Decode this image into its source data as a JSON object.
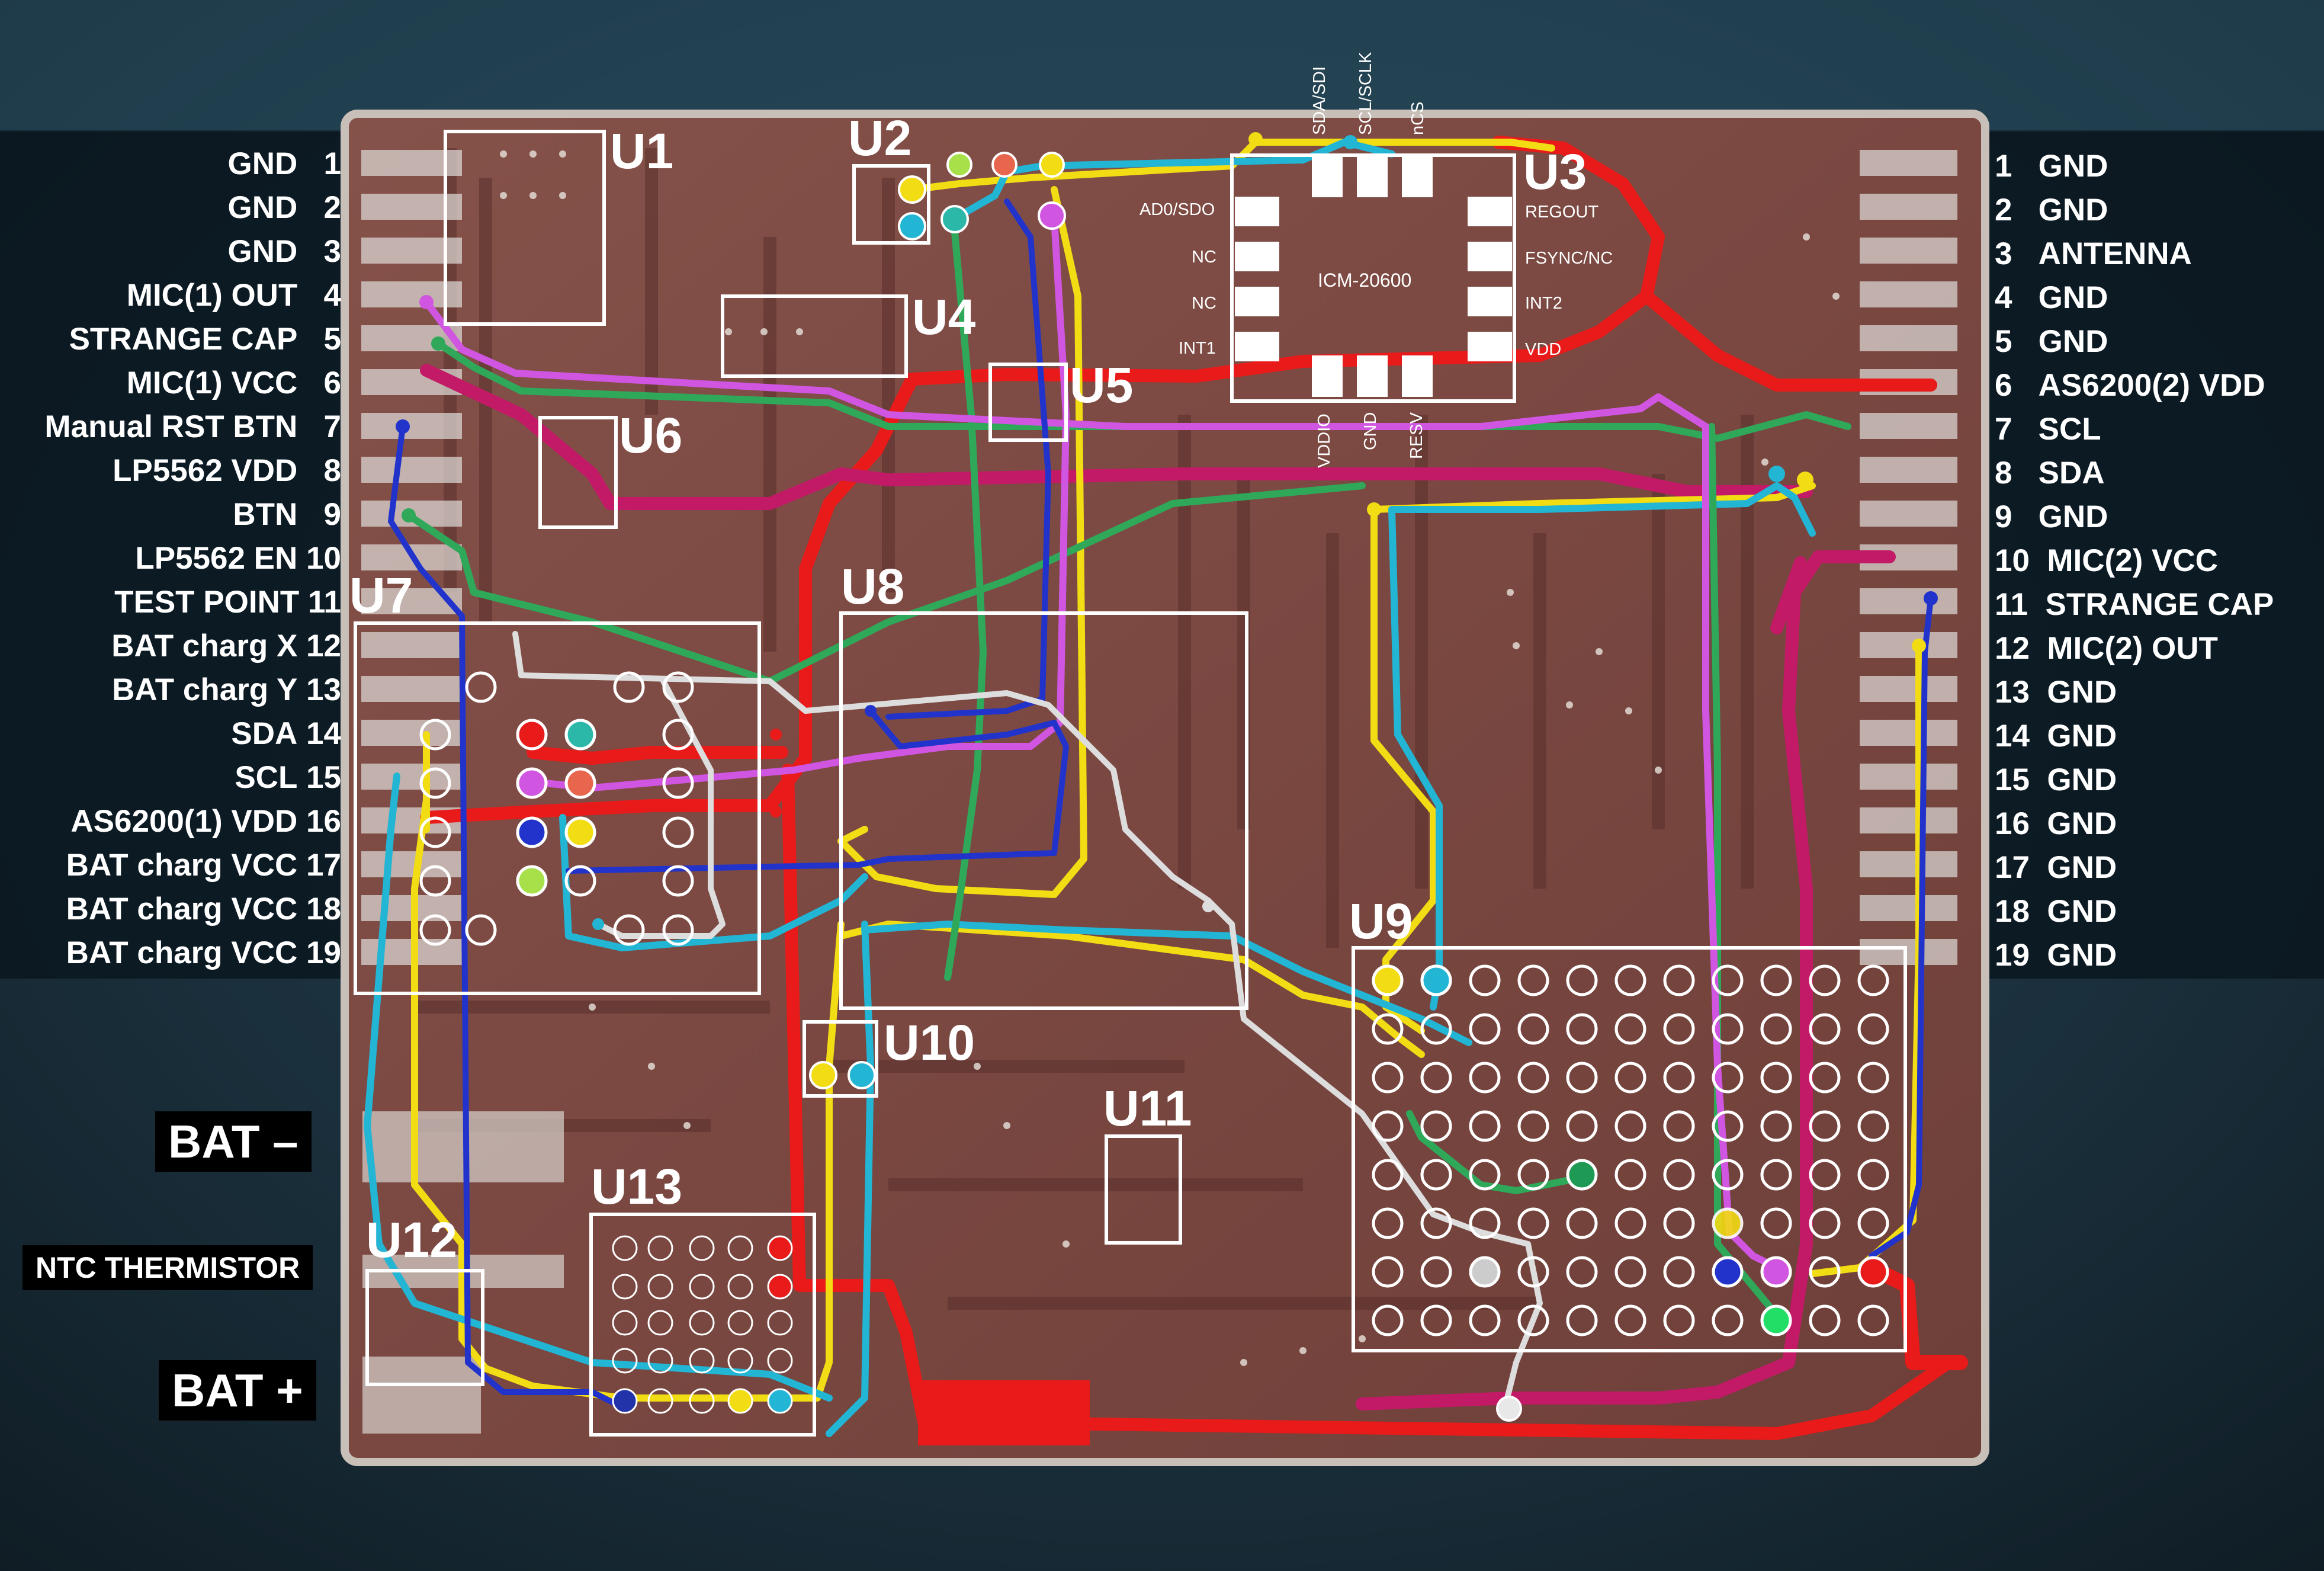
{
  "left_pins": [
    {
      "label": "GND",
      "num": "1"
    },
    {
      "label": "GND",
      "num": "2"
    },
    {
      "label": "GND",
      "num": "3"
    },
    {
      "label": "MIC(1) OUT",
      "num": "4"
    },
    {
      "label": "STRANGE  CAP",
      "num": "5"
    },
    {
      "label": "MIC(1)  VCC",
      "num": "6"
    },
    {
      "label": "Manual RST  BTN",
      "num": "7"
    },
    {
      "label": "LP5562 VDD",
      "num": "8"
    },
    {
      "label": "BTN",
      "num": "9"
    },
    {
      "label": "LP5562 EN",
      "num": "10"
    },
    {
      "label": "TEST POINT",
      "num": "11"
    },
    {
      "label": "BAT charg X",
      "num": "12"
    },
    {
      "label": "BAT charg Y",
      "num": "13"
    },
    {
      "label": "SDA",
      "num": "14"
    },
    {
      "label": "SCL",
      "num": "15"
    },
    {
      "label": "AS6200(1) VDD",
      "num": "16"
    },
    {
      "label": "BAT charg VCC",
      "num": "17"
    },
    {
      "label": "BAT charg VCC",
      "num": "18"
    },
    {
      "label": "BAT charg VCC",
      "num": "19"
    }
  ],
  "right_pins": [
    {
      "num": "1",
      "label": "GND"
    },
    {
      "num": "2",
      "label": "GND"
    },
    {
      "num": "3",
      "label": "ANTENNA"
    },
    {
      "num": "4",
      "label": "GND"
    },
    {
      "num": "5",
      "label": "GND"
    },
    {
      "num": "6",
      "label": "AS6200(2) VDD"
    },
    {
      "num": "7",
      "label": "SCL"
    },
    {
      "num": "8",
      "label": "SDA"
    },
    {
      "num": "9",
      "label": "GND"
    },
    {
      "num": "10",
      "label": "MIC(2) VCC"
    },
    {
      "num": "11",
      "label": "STRANGE CAP"
    },
    {
      "num": "12",
      "label": "MIC(2) OUT"
    },
    {
      "num": "13",
      "label": "GND"
    },
    {
      "num": "14",
      "label": "GND"
    },
    {
      "num": "15",
      "label": "GND"
    },
    {
      "num": "16",
      "label": "GND"
    },
    {
      "num": "17",
      "label": "GND"
    },
    {
      "num": "18",
      "label": "GND"
    },
    {
      "num": "19",
      "label": "GND"
    }
  ],
  "components": [
    "U1",
    "U2",
    "U3",
    "U4",
    "U5",
    "U6",
    "U7",
    "U8",
    "U9",
    "U10",
    "U11",
    "U12",
    "U13"
  ],
  "battery": {
    "minus": "BAT  –",
    "ntc": "NTC  THERMISTOR",
    "plus": "BAT  +"
  },
  "u3_chip": {
    "name": "ICM-20600",
    "top_pins": [
      "SDA/SDI",
      "SCL/SCLK",
      "nCS"
    ],
    "left_pins": [
      "AD0/SDO",
      "NC",
      "NC",
      "INT1"
    ],
    "right_pins": [
      "REGOUT",
      "FSYNC/NC",
      "INT2",
      "VDD"
    ],
    "bottom_pins": [
      "VDDIO",
      "GND",
      "RESV"
    ]
  },
  "colors": {
    "board": "#7b4a42",
    "trace_red": "#e81a1a",
    "trace_magenta": "#c21a66",
    "trace_yellow": "#f2dc14",
    "trace_cyan": "#22b5d4",
    "trace_green": "#2fa85a",
    "trace_violet": "#d055e0",
    "trace_blue": "#2233cc",
    "trace_white": "#dddddd",
    "background": "#1c3240"
  }
}
